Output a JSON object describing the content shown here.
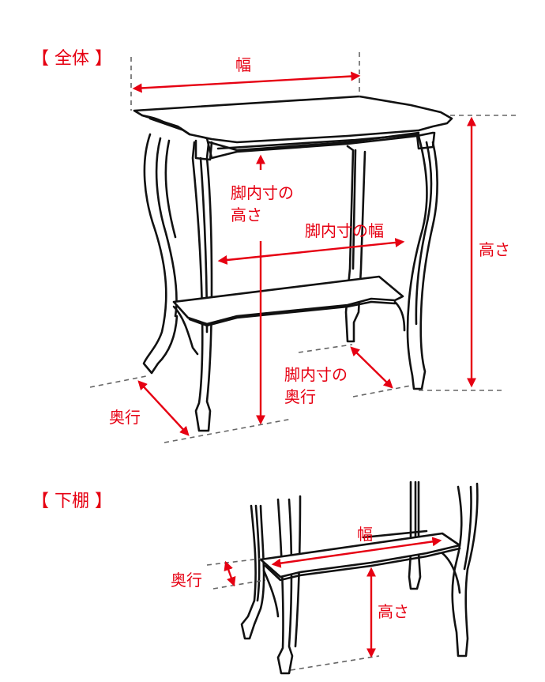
{
  "sections": {
    "overall": {
      "title": "【 全体 】"
    },
    "lower_shelf": {
      "title": "【 下棚 】"
    }
  },
  "overall_labels": {
    "width": "幅",
    "height": "高さ",
    "depth": "奥行",
    "inner_leg_height_line1": "脚内寸の",
    "inner_leg_height_line2": "高さ",
    "inner_leg_width": "脚内寸の幅",
    "inner_leg_depth_line1": "脚内寸の",
    "inner_leg_depth_line2": "奥行"
  },
  "shelf_labels": {
    "width": "幅",
    "depth": "奥行",
    "height": "高さ"
  },
  "colors": {
    "annotation": "#e60012",
    "line_art": "#111111",
    "guide_dash": "#666666"
  }
}
